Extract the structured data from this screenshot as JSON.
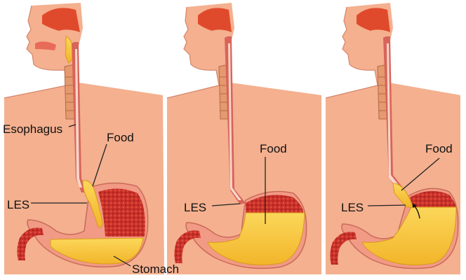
{
  "labels": {
    "esophagus": "Esophagus",
    "food": "Food",
    "les": "LES",
    "stomach": "Stomach"
  },
  "colors": {
    "skin": "#f4b08f",
    "skin_edge": "#d4856a",
    "nasal_cavity": "#e04a2c",
    "esophagus_wall": "#d8645a",
    "esophagus_lumen": "#f7d6c8",
    "trachea": "#e49a6e",
    "stomach_wall": "#f19a86",
    "stomach_muscle": "#c8302a",
    "food": "#f7c53c",
    "food_edge": "#d99a1a"
  }
}
